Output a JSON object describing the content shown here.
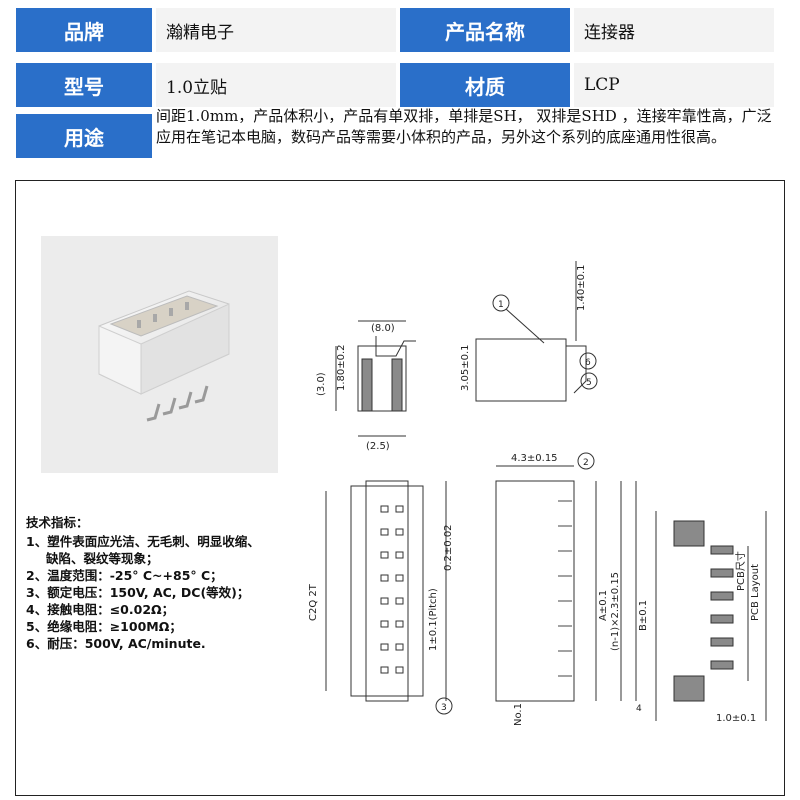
{
  "spec_table": {
    "brand_label": "品牌",
    "brand_value": "瀚精电子",
    "product_name_label": "产品名称",
    "product_name_value": "连接器",
    "model_label": "型号",
    "model_value": "1.0立贴",
    "material_label": "材质",
    "material_value": "LCP",
    "usage_label": "用途",
    "usage_text": "间距1.0mm，产品体积小，产品有单双排，单排是SH， 双排是SHD ，连接牢靠性高，广泛应用在笔记本电脑，数码产品等需要小体积的产品，另外这个系列的底座通用性很高。"
  },
  "tech_specs": {
    "title": "技术指标：",
    "items": [
      "1、塑件表面应光洁、无毛刺、明显收缩、",
      "    缺陷、裂纹等现象；",
      "2、温度范围：-25° C~+85° C；",
      "3、额定电压：150V, AC, DC(等效)；",
      "4、接触电阻：≤0.02Ω；",
      "5、绝缘电阻：≥100MΩ；",
      "6、耐压：500V, AC/minute."
    ]
  },
  "drawing_labels": {
    "dim_8": "(8.0)",
    "dim_180": "1.80±0.2",
    "dim_30": "(3.0)",
    "dim_25": "(2.5)",
    "dim_140": "1.40±0.1",
    "dim_305": "3.05±0.1",
    "dim_43": "4.3±0.15",
    "dim_pitch": "1±0.1(Pitch)",
    "dim_02": "0.2±0.02",
    "dim_a": "A±0.1",
    "dim_n": "(n-1)×2.3±0.15",
    "dim_b": "B±0.1",
    "no1": "No.1",
    "pcb_label": "PCB Layout",
    "pcb_cn": "PCB尺寸",
    "dim_lo": "1.0±0.1",
    "circle_1": "1",
    "circle_2": "2",
    "circle_3": "3",
    "circle_4": "4",
    "circle_5": "5",
    "circle_6": "6",
    "cq": "C2Q 2T"
  },
  "colors": {
    "label_bg": "#2a6fc9",
    "value_bg": "#f3f3f3"
  }
}
